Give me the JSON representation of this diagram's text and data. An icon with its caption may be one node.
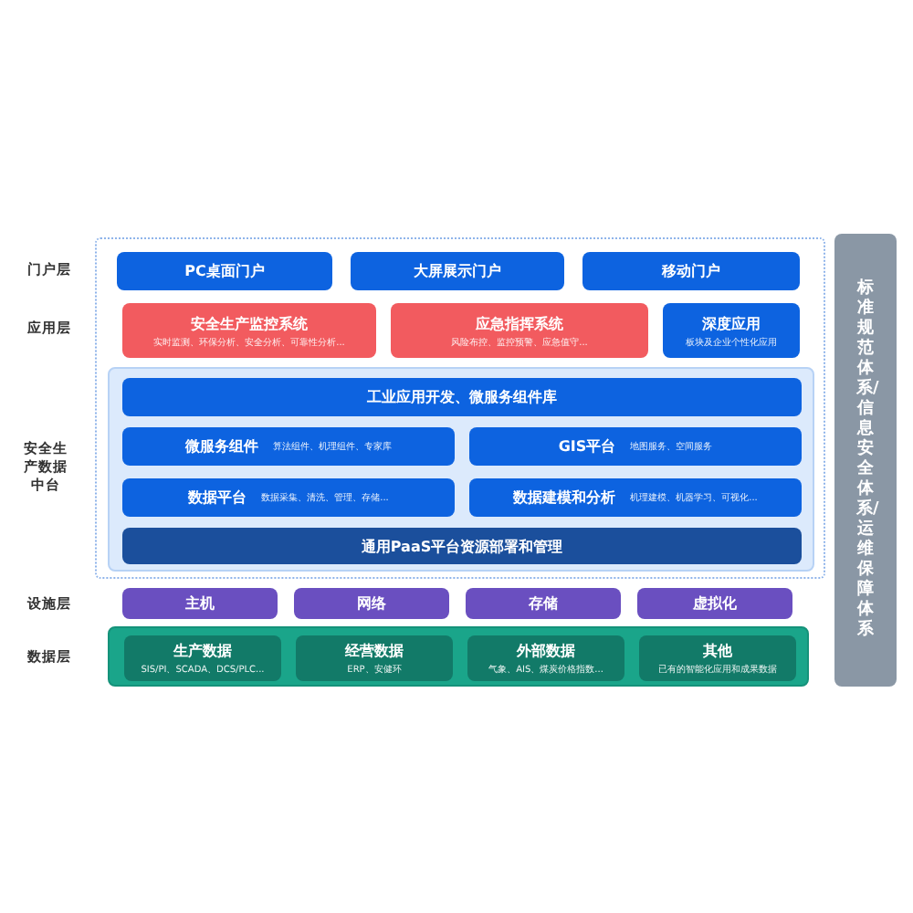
{
  "diagram": {
    "nodes": [
      {
        "text": [],
        "shape": "box"
      },
      {
        "text": [
          "PC桌面门户"
        ],
        "in": 0
      },
      {
        "text": [
          "大屏展示门户"
        ],
        "in": 0
      },
      {
        "text": [
          "移动门户"
        ],
        "in": 0
      },
      {
        "text": [
          "安全生产监控系统",
          "实时监测、环保分析、安全分析、可靠性分析..."
        ],
        "in": 0
      },
      {
        "text": [
          "应急指挥系统",
          "风险布控、监控预警、应急值守..."
        ],
        "in": 0
      },
      {
        "text": [
          "深度应用",
          "板块及企业个性化应用"
        ],
        "in": 0
      },
      {
        "text": [],
        "shape": "box",
        "in": 0
      },
      {
        "text": [
          "工业应用开发、微服务组件库"
        ],
        "in": 7
      },
      {
        "text": [
          "微服务组件",
          "算法组件、机理组件、专家库"
        ],
        "in": 7
      },
      {
        "text": [
          "GIS平台",
          "地图服务、空间服务"
        ],
        "in": 7
      },
      {
        "text": [
          "数据平台",
          "数据采集、清洗、管理、存储..."
        ],
        "in": 7
      },
      {
        "text": [
          "数据建模和分析",
          "机理建模、机器学习、可视化..."
        ],
        "in": 7
      },
      {
        "text": [
          "通用PaaS平台资源部署和管理"
        ],
        "in": 7
      },
      {
        "text": [
          "主机"
        ]
      },
      {
        "text": [
          "网络"
        ]
      },
      {
        "text": [
          "存储"
        ]
      },
      {
        "text": [
          "虚拟化"
        ]
      },
      {
        "text": [],
        "shape": "box"
      },
      {
        "text": [
          "生产数据",
          "SIS/PI、SCADA、DCS/PLC..."
        ],
        "in": 18
      },
      {
        "text": [
          "经营数据",
          "ERP、安健环"
        ],
        "in": 18
      },
      {
        "text": [
          "外部数据",
          "气象、AIS、煤炭价格指数..."
        ],
        "in": 18
      },
      {
        "text": [
          "其他",
          "已有的智能化应用和成果数据"
        ],
        "in": 18
      },
      {
        "text": [
          "标准规范体系/信息安全体系/运维保障体系"
        ]
      }
    ],
    "labels": [
      "门户层",
      "应用层",
      "安全生产数据中台",
      "设施层",
      "数据层"
    ]
  }
}
